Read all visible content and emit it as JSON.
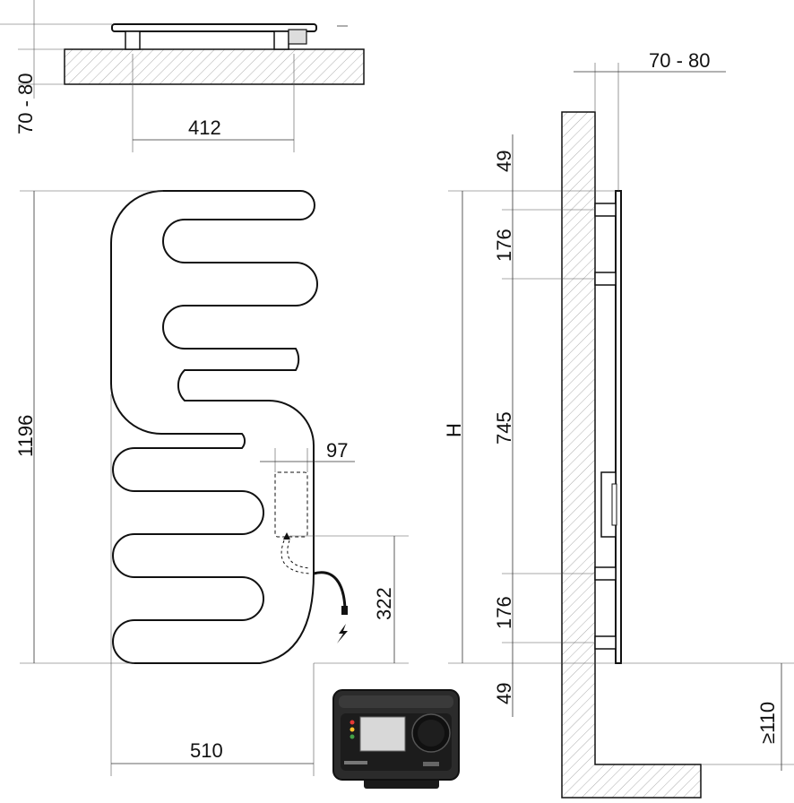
{
  "labels": {
    "mount_depth_top": "70 - 80",
    "mount_depth_side": "70 - 80",
    "bracket_spacing": "412",
    "total_height": "1196",
    "controller_width": "97",
    "controller_height": "322",
    "total_width": "510",
    "h_label": "H",
    "side_gap_top": "49",
    "side_gap_1": "176",
    "side_gap_mid": "745",
    "side_gap_2": "176",
    "side_gap_bottom": "49",
    "floor_clearance": "≥110"
  },
  "icons": {
    "power_symbol": "lightning-bolt-icon",
    "control_unit": "thermostat-controller-icon"
  },
  "colors": {
    "line": "#111111",
    "hatch": "#999999",
    "controller_body": "#2b2b2b"
  }
}
